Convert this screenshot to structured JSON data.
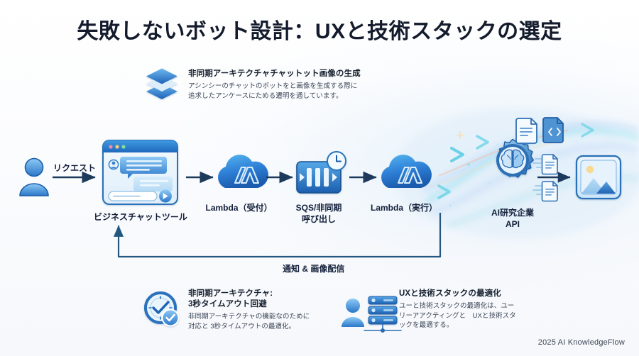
{
  "page": {
    "title": "失敗しないボット設計：UXと技術スタックの選定",
    "footer": "2025 AI KnowledgeFlow",
    "background_color": "#fdfdfe",
    "accent_color": "#2a7fd4",
    "title_color": "#131b2c"
  },
  "annotations": {
    "top": {
      "icon": "layers-icon",
      "heading": "非同期アーキテクチャチャットット画像の生成",
      "body": "アシンシーのチャットのボットをと画像を生成する際に\n追求したアンケースにためる遷明を通しています。"
    },
    "async": {
      "icon": "clock-check-icon",
      "heading": "非同期アーキテクチャ:\n3秒タイムアウト回避",
      "body": "非同期アーキテクチャの機能なのために\n対応と 3秒タイムアウトの最適化。"
    },
    "ux": {
      "icon": "user-server-icon",
      "heading": "UXと技術スタックの最適化",
      "body": "ユーと技術スタックの最適化は、ユー\nリーアアクティングと　UXと技術スタ\nックを最適する。"
    }
  },
  "flow": {
    "request_label": "リクエスト",
    "feedback_label": "通知 & 画像配信",
    "nodes": [
      {
        "id": "user",
        "icon": "user-icon",
        "label": ""
      },
      {
        "id": "chat-tool",
        "icon": "chat-window-icon",
        "label": "ビジネスチャットツール"
      },
      {
        "id": "lambda-recv",
        "icon": "lambda-cloud-icon",
        "label": "Lambda（受付）"
      },
      {
        "id": "sqs",
        "icon": "queue-clock-icon",
        "label": "SQS/非同期\n呼び出し"
      },
      {
        "id": "lambda-exec",
        "icon": "lambda-cloud-icon",
        "label": "Lambda（実行）"
      },
      {
        "id": "ai-api",
        "icon": "gear-brain-icon",
        "label": "AI研究企業\nAPI"
      },
      {
        "id": "image-out",
        "icon": "image-icon",
        "label": ""
      }
    ]
  }
}
